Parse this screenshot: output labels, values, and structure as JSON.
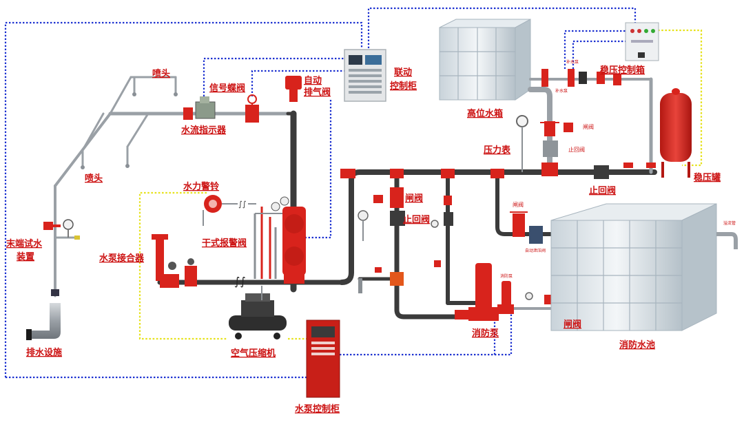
{
  "diagram": {
    "labels": {
      "sprinkler_top": "喷头",
      "sprinkler_mid": "喷头",
      "signal_valve": "信号蝶阀",
      "flow_indicator": "水流指示器",
      "auto_vent_1": "自动",
      "auto_vent_2": "排气阀",
      "linkage_cabinet_1": "联动",
      "linkage_cabinet_2": "控制柜",
      "high_tank": "高位水箱",
      "pressure_cabinet": "稳压控制箱",
      "pressure_tank": "稳压罐",
      "check_valve_right": "止回阀",
      "pressure_gauge": "压力表",
      "gate_valve_small_1": "闸阀",
      "check_valve_small_1": "止回阀",
      "water_alarm_bell": "水力警铃",
      "end_test_1": "末端试水",
      "end_test_2": "装置",
      "dry_alarm_valve": "干式报警阀",
      "pump_adapter": "水泵接合器",
      "gate_valve_mid": "闸阀",
      "check_valve_mid": "止回阀",
      "gate_valve_small_2": "闸阀",
      "auto_relief_valve": "自动泄压阀",
      "overflow_pipe": "溢流管",
      "drain_facility": "排水设施",
      "air_compressor": "空气压缩机",
      "fire_pump": "消防泵",
      "fire_pump_small": "消防泵",
      "gate_valve_bottom": "闸阀",
      "fire_pool": "消防水池",
      "pump_cabinet": "水泵控制柜",
      "makeup_pump_1": "补水泵",
      "makeup_pump_2": "补水泵"
    },
    "colors": {
      "label": "#cc1111",
      "signal_line": "#1a2fd0",
      "power_line": "#e6e21a",
      "valve": "#d8231c",
      "pipe_gray": "#9aa0a6",
      "pipe_dark": "#3b3b3b"
    }
  }
}
